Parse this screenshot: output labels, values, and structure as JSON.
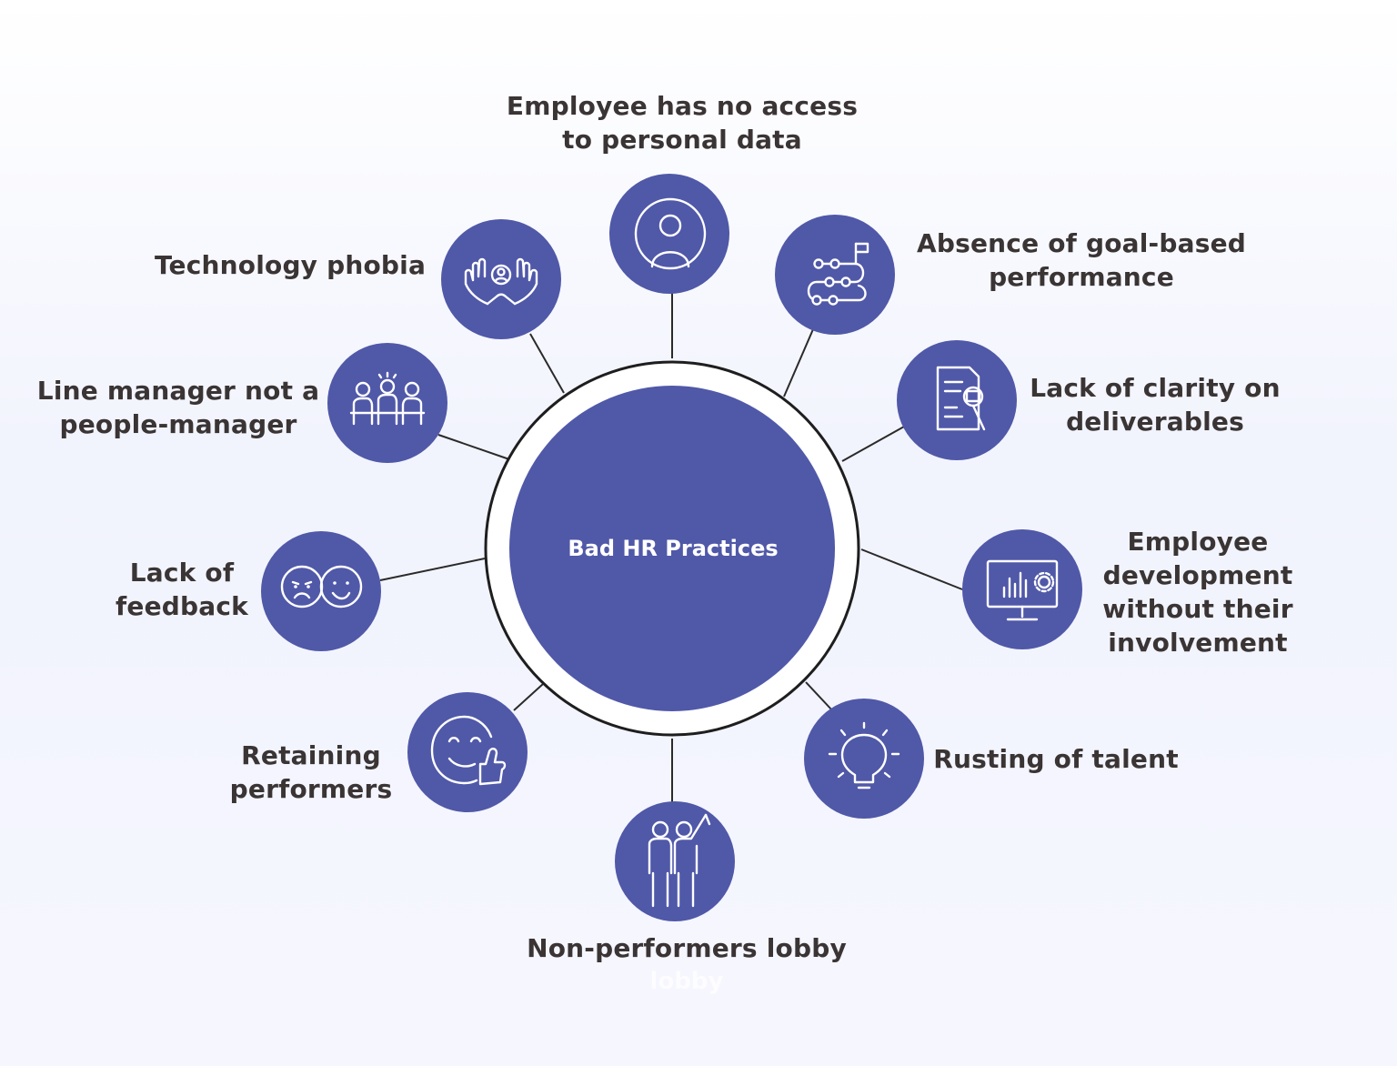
{
  "center": {
    "title": "Bad HR Practices"
  },
  "nodes": [
    {
      "id": "employee-data",
      "icon": "user-profile-icon",
      "lines": [
        "Employee has no access",
        "to personal data"
      ]
    },
    {
      "id": "goal-based",
      "icon": "roadmap-flag-icon",
      "lines": [
        "Absence of goal-based",
        "performance"
      ]
    },
    {
      "id": "clarity",
      "icon": "document-search-icon",
      "lines": [
        "Lack of clarity on",
        "deliverables"
      ]
    },
    {
      "id": "development",
      "icon": "monitor-chart-gear-icon",
      "lines": [
        "Employee",
        "development",
        "without their",
        "involvement"
      ]
    },
    {
      "id": "rusting",
      "icon": "lightbulb-icon",
      "lines": [
        "Rusting of talent"
      ]
    },
    {
      "id": "lobby",
      "icon": "people-raising-hand-icon",
      "lines": [
        "Non-performers lobby"
      ]
    },
    {
      "id": "retaining",
      "icon": "smile-thumbs-up-icon",
      "lines": [
        "Retaining",
        "performers"
      ]
    },
    {
      "id": "feedback",
      "icon": "sad-happy-faces-icon",
      "lines": [
        "Lack of",
        "feedback"
      ]
    },
    {
      "id": "line-manager",
      "icon": "team-meeting-icon",
      "lines": [
        "Line manager not a",
        "people-manager"
      ]
    },
    {
      "id": "tech-phobia",
      "icon": "hands-person-icon",
      "lines": [
        "Technology phobia"
      ]
    }
  ],
  "ghost_text": "lobby",
  "colors": {
    "accent": "#5058a8",
    "text": "#3a3434",
    "ring": "#1e1e1e",
    "background": "#f1f3fd"
  }
}
